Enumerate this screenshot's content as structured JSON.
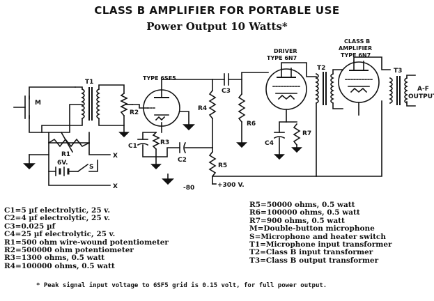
{
  "title": "CLASS B AMPLIFIER FOR PORTABLE USE",
  "subtitle": "Power Output 10 Watts*",
  "schematic": {
    "labels": {
      "t1": "T1",
      "m": "M",
      "r1": "R1",
      "r2": "R2",
      "r3": "R3",
      "r4": "R4",
      "r5": "R5",
      "r6": "R6",
      "r7": "R7",
      "c1": "C1",
      "c2": "C2",
      "c3": "C3",
      "c4": "C4",
      "t2": "T2",
      "t3": "T3",
      "s": "S",
      "battery": "6V.",
      "x1": "X",
      "x2": "X",
      "tube1": "TYPE 6SF5",
      "tube2_line1": "DRIVER",
      "tube2_line2": "TYPE 6N7",
      "tube3_line1": "CLASS B",
      "tube3_line2": "AMPLIFIER",
      "tube3_line3": "TYPE 6N7",
      "output_line1": "A-F",
      "output_line2": "OUTPUT",
      "minus80": "-80",
      "plus300": "+300 V."
    }
  },
  "legend_left": [
    "C1=5 µf electrolytic, 25 v.",
    "C2=4 µf electrolytic, 25 v.",
    "C3=0.025 µf",
    "C4=25 µf electrolytic, 25 v.",
    "R1=500 ohm wire-wound potentiometer",
    "R2=500000 ohm potentiometer",
    "R3=1300 ohms, 0.5 watt",
    "R4=100000 ohms, 0.5 watt"
  ],
  "legend_right": [
    "R5=50000 ohms, 0.5 watt",
    "R6=100000 ohms, 0.5 watt",
    "R7=900 ohms, 0.5 watt",
    "M=Double-button microphone",
    "S=Microphone and heater switch",
    "T1=Microphone input transformer",
    "T2=Class B input transformer",
    "T3=Class B output transformer"
  ],
  "footnote": "* Peak signal input voltage to 6SF5 grid is 0.15 volt, for full power output."
}
